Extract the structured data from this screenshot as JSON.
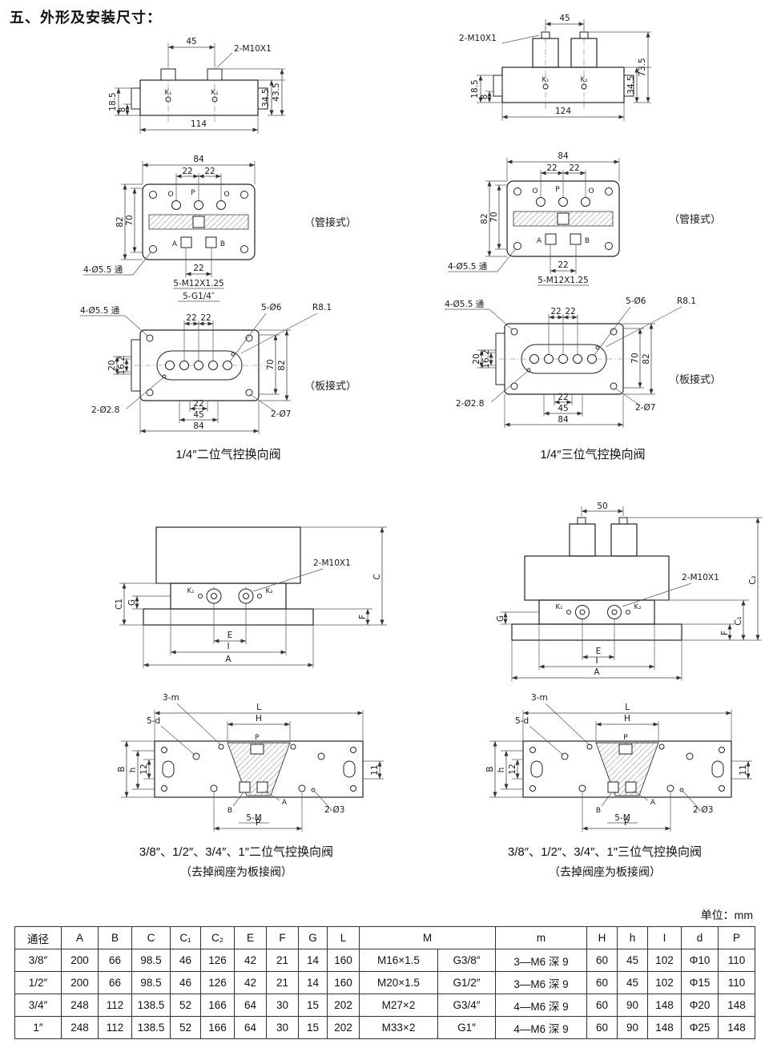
{
  "page": {
    "title": "五、外形及安装尺寸：",
    "unit_label": "单位：mm"
  },
  "g1": {
    "caption": "1/4″二位气控换向阀",
    "a": {
      "w45": "45",
      "thread": "2-M10X1",
      "k1": "K₁",
      "k2": "K₂",
      "w114": "114",
      "h185": "18.5",
      "h8": "8",
      "h345": "34.5",
      "h435": "43.5"
    },
    "b": {
      "w84": "84",
      "w22l": "22",
      "w22r": "22",
      "o1": "O",
      "p": "P",
      "o2": "O",
      "pa": "A",
      "pb": "B",
      "h82": "82",
      "h70": "70",
      "holes": "4-Ø5.5 通",
      "w22b": "22",
      "m12": "5-M12X1.25",
      "g14": "5-G1/4″",
      "tag": "（管接式）"
    },
    "c": {
      "holes": "4-Ø5.5 通",
      "w22l": "22",
      "w22r": "22",
      "o6": "5-Ø6",
      "r81": "R8.1",
      "h20": "20",
      "h162": "16.2",
      "h70": "70",
      "h82": "82",
      "o28": "2-Ø2.8",
      "w22b": "22",
      "w45b": "45",
      "w84b": "84",
      "o7": "2-Ø7",
      "tag": "（板接式）"
    }
  },
  "g2": {
    "caption": "1/4″三位气控换向阀",
    "a": {
      "w45": "45",
      "thread": "2-M10X1",
      "k1": "K₁",
      "k2": "K₂",
      "w124": "124",
      "h185": "18.5",
      "h8": "8",
      "h345": "34.5",
      "h735": "73.5"
    },
    "b": {
      "w84": "84",
      "w22l": "22",
      "w22r": "22",
      "o1": "O",
      "p": "P",
      "o2": "O",
      "pa": "A",
      "pb": "B",
      "h82": "82",
      "h70": "70",
      "holes": "4-Ø5.5 通",
      "w22b": "22",
      "m12": "5-M12X1.25",
      "tag": "（管接式）"
    },
    "c": {
      "holes": "4-Ø5.5 通",
      "w22l": "22",
      "w22r": "22",
      "o6": "5-Ø6",
      "r81": "R8.1",
      "h20": "20",
      "h162": "16.2",
      "h70": "70",
      "h82": "82",
      "o28": "2-Ø2.8",
      "w22b": "22",
      "w45b": "45",
      "w84b": "84",
      "o7": "2-Ø7",
      "tag": "（板接式）"
    }
  },
  "g3": {
    "caption1": "3/8″、1/2″、3/4″、1″二位气控换向阀",
    "caption2": "（去掉阀座为板接阀）",
    "t": {
      "thread": "2-M10X1",
      "k1": "K₁",
      "k2": "K₂",
      "c1": "C1",
      "g": "G",
      "c": "C",
      "f": "F",
      "e": "E",
      "i": "I",
      "a": "A"
    },
    "b": {
      "m3": "3-m",
      "d5": "5-d",
      "l": "L",
      "h": "H",
      "p": "P",
      "bb": "B",
      "hh": "h",
      "n12": "12",
      "n11": "11",
      "o3": "2-Ø3",
      "pb": "B",
      "pa": "A",
      "m5": "5-M",
      "pd": "P"
    }
  },
  "g4": {
    "caption1": "3/8″、1/2″、3/4″、1″三位气控换向阀",
    "caption2": "（去掉阀座为板接阀）",
    "t": {
      "w50": "50",
      "thread": "2-M10X1",
      "k1": "K₁",
      "k2": "K₂",
      "g": "G",
      "f": "F",
      "c1": "C₁",
      "c2": "C₂",
      "e": "E",
      "i": "I",
      "a": "A"
    },
    "b": {
      "m3": "3-m",
      "d5": "5-d",
      "l": "L",
      "h": "H",
      "p": "P",
      "bb": "B",
      "hh": "h",
      "n12": "12",
      "n11": "11",
      "o3": "2-Ø3",
      "pb": "B",
      "pa": "A",
      "m5": "5-M",
      "pd": "P"
    }
  },
  "table": {
    "headers": [
      "通径",
      "A",
      "B",
      "C",
      "C₁",
      "C₂",
      "E",
      "F",
      "G",
      "L",
      "M",
      "m",
      "H",
      "h",
      "I",
      "d",
      "P"
    ],
    "rows": [
      [
        "3/8″",
        "200",
        "66",
        "98.5",
        "46",
        "126",
        "42",
        "21",
        "14",
        "160",
        "M16×1.5",
        "G3/8″",
        "3—M6 深 9",
        "60",
        "45",
        "102",
        "Φ10",
        "110"
      ],
      [
        "1/2″",
        "200",
        "66",
        "98.5",
        "46",
        "126",
        "42",
        "21",
        "14",
        "160",
        "M20×1.5",
        "G1/2″",
        "3—M6 深 9",
        "60",
        "45",
        "102",
        "Φ15",
        "110"
      ],
      [
        "3/4″",
        "248",
        "112",
        "138.5",
        "52",
        "166",
        "64",
        "30",
        "15",
        "202",
        "M27×2",
        "G3/4″",
        "4—M6 深 9",
        "60",
        "90",
        "148",
        "Φ20",
        "148"
      ],
      [
        "1″",
        "248",
        "112",
        "138.5",
        "52",
        "166",
        "64",
        "30",
        "15",
        "202",
        "M33×2",
        "G1″",
        "4—M6 深 9",
        "60",
        "90",
        "148",
        "Φ25",
        "148"
      ]
    ]
  }
}
